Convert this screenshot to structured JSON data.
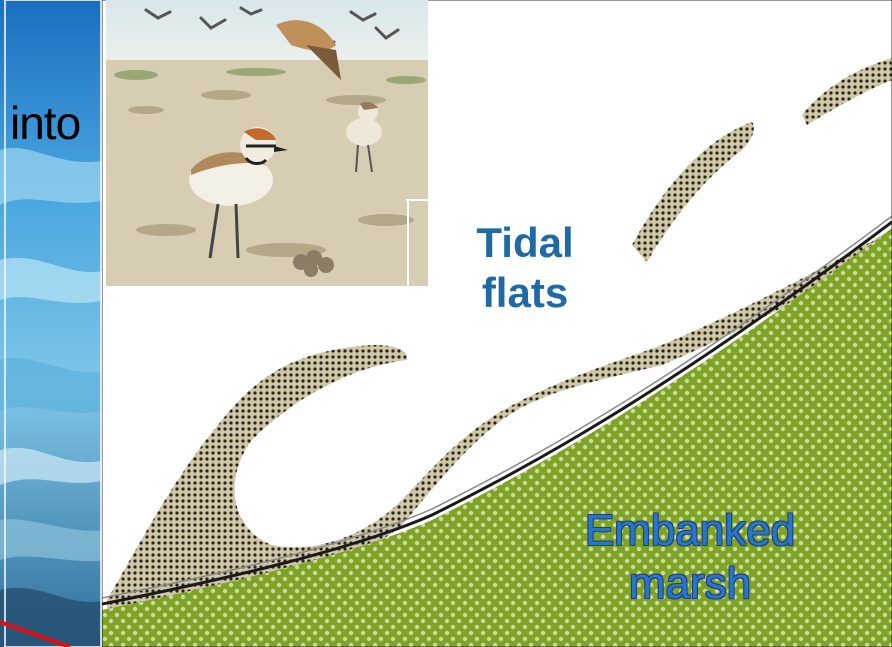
{
  "heading_fragment": "into",
  "labels": {
    "tidal": [
      "Tidal",
      "flats"
    ],
    "marsh": [
      "Embanked",
      "marsh"
    ]
  },
  "colors": {
    "marsh_fill": "#7fa324",
    "marsh_dots": "#c8dca0",
    "sediment": "#8a8068",
    "tidal_label": "#1f6aa5",
    "marsh_label": "#2378c8",
    "water": "#3a86c8",
    "pointer": "#e01010"
  }
}
